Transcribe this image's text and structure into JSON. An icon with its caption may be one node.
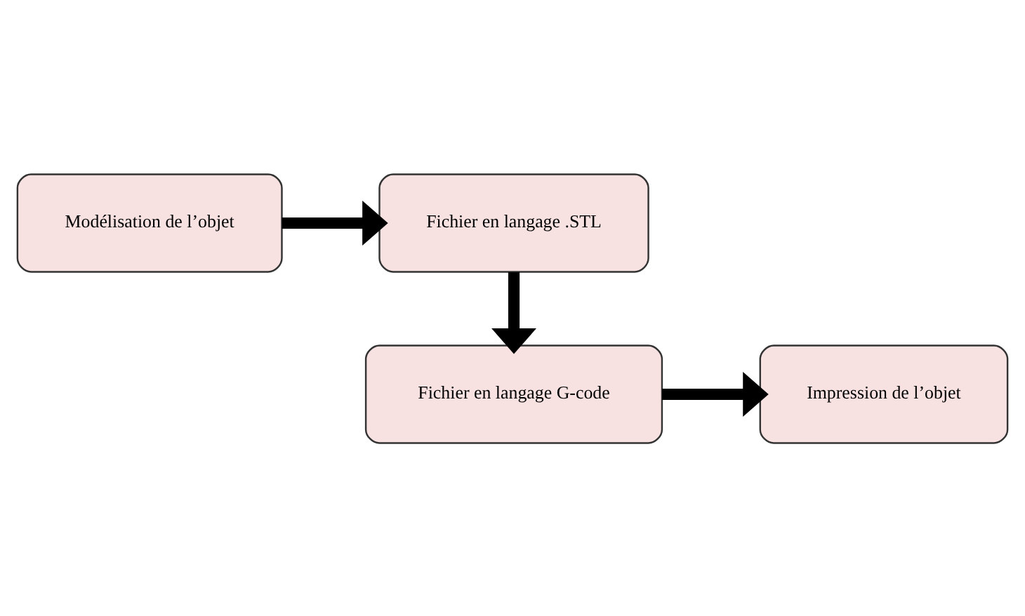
{
  "diagram": {
    "nodes": [
      {
        "text": [
          "Modélisation de l’objet"
        ]
      },
      {
        "text": [
          "Fichier en langage .STL"
        ]
      },
      {
        "text": [
          "Fichier en langage G-code"
        ]
      },
      {
        "text": [
          "Impression de l’objet"
        ]
      }
    ],
    "edges": [
      {
        "from": 0,
        "to": 1,
        "arrow": "to"
      },
      {
        "from": 1,
        "to": 2,
        "arrow": "to"
      },
      {
        "from": 2,
        "to": 3,
        "arrow": "to"
      }
    ]
  }
}
